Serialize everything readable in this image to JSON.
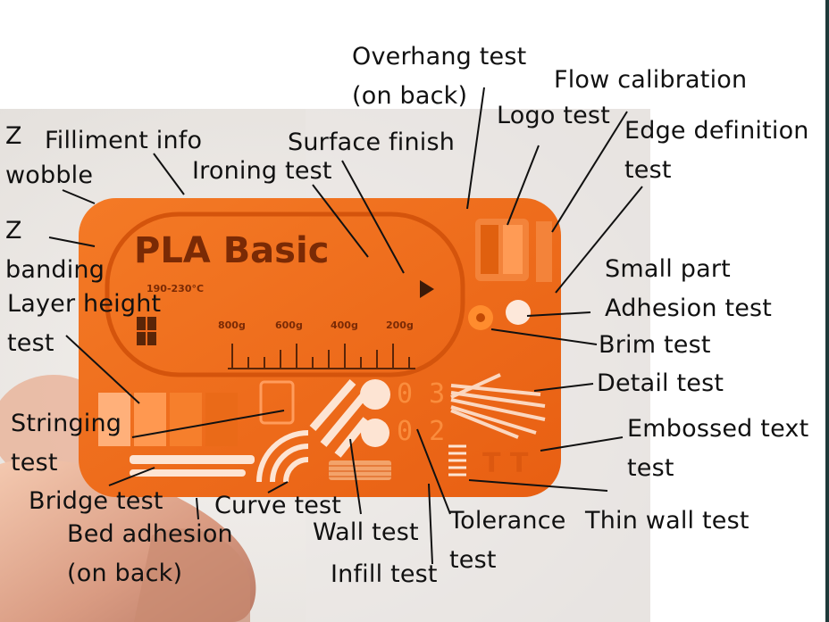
{
  "card": {
    "title": "PLA Basic",
    "temperature": "190-230°C",
    "scale_labels": [
      "800g",
      "600g",
      "400g",
      "200g"
    ],
    "tolerance_numbers": [
      "0 3",
      "0 2"
    ],
    "embossed_letters": "T T",
    "colors": {
      "card": "#f26a1b",
      "card_dark": "#d9560f",
      "text": "#7a2a05"
    }
  },
  "labels": {
    "z_wobble": [
      "Z",
      "wobble"
    ],
    "filament_info": "Filliment info",
    "ironing_test": "Ironing test",
    "surface_finish": "Surface finish",
    "overhang_test": [
      "Overhang test",
      "(on back)"
    ],
    "flow_calibration": "Flow calibration",
    "logo_test": "Logo test",
    "edge_definition": [
      "Edge definition",
      "test"
    ],
    "z_banding": [
      "Z",
      "banding"
    ],
    "layer_height": [
      "Layer height",
      "test"
    ],
    "small_part": "Small part",
    "adhesion_test": "Adhesion test",
    "brim_test": "Brim test",
    "detail_test": "Detail test",
    "stringing_test": [
      "Stringing",
      "test"
    ],
    "embossed_text": [
      "Embossed text",
      "test"
    ],
    "bridge_test": "Bridge test",
    "curve_test": "Curve test",
    "bed_adhesion": [
      "Bed adhesion",
      "(on back)"
    ],
    "wall_test": "Wall test",
    "tolerance_test": [
      "Tolerance",
      "test"
    ],
    "thin_wall_test": "Thin wall test",
    "infill_test": "Infill test"
  }
}
